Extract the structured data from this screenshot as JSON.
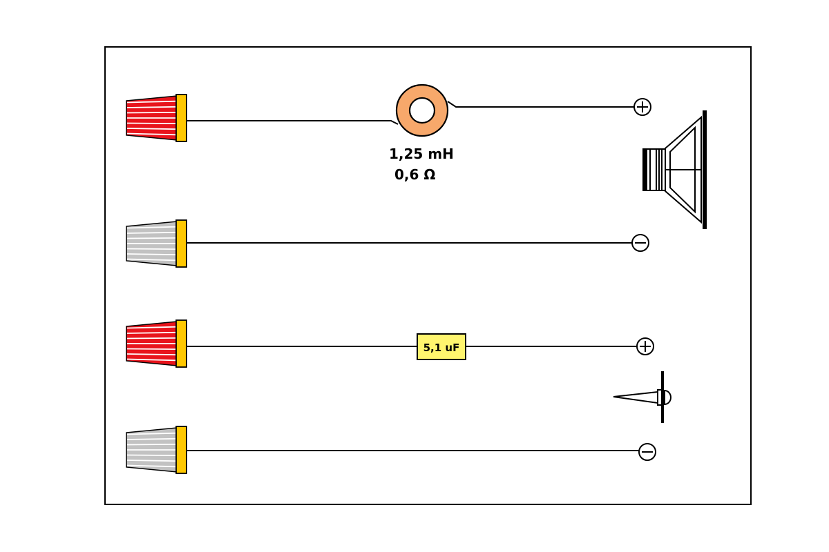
{
  "colors": {
    "terminal_positive": "#e8141c",
    "terminal_negative": "#c2c2c2",
    "terminal_collar": "#ffc800",
    "coil": "#f7a86b",
    "capacitor": "#fff56e",
    "wire": "#000000",
    "frame": "#000000"
  },
  "terminals": [
    {
      "name": "woofer-positive-input",
      "color_key": "terminal_positive"
    },
    {
      "name": "woofer-negative-input",
      "color_key": "terminal_negative"
    },
    {
      "name": "tweeter-positive-input",
      "color_key": "terminal_positive"
    },
    {
      "name": "tweeter-negative-input",
      "color_key": "terminal_negative"
    }
  ],
  "inductor": {
    "icon": "toroid-coil-icon",
    "inductance_label": "1,25 mH",
    "resistance_label": "0,6 Ω"
  },
  "capacitor": {
    "label": "5,1 uF"
  },
  "woofer": {
    "icon": "woofer-speaker-icon"
  },
  "tweeter": {
    "icon": "tweeter-speaker-icon"
  },
  "polarity": [
    {
      "name": "woofer-plus-icon",
      "sign": "plus"
    },
    {
      "name": "woofer-minus-icon",
      "sign": "minus"
    },
    {
      "name": "tweeter-plus-icon",
      "sign": "plus"
    },
    {
      "name": "tweeter-minus-icon",
      "sign": "minus"
    }
  ]
}
